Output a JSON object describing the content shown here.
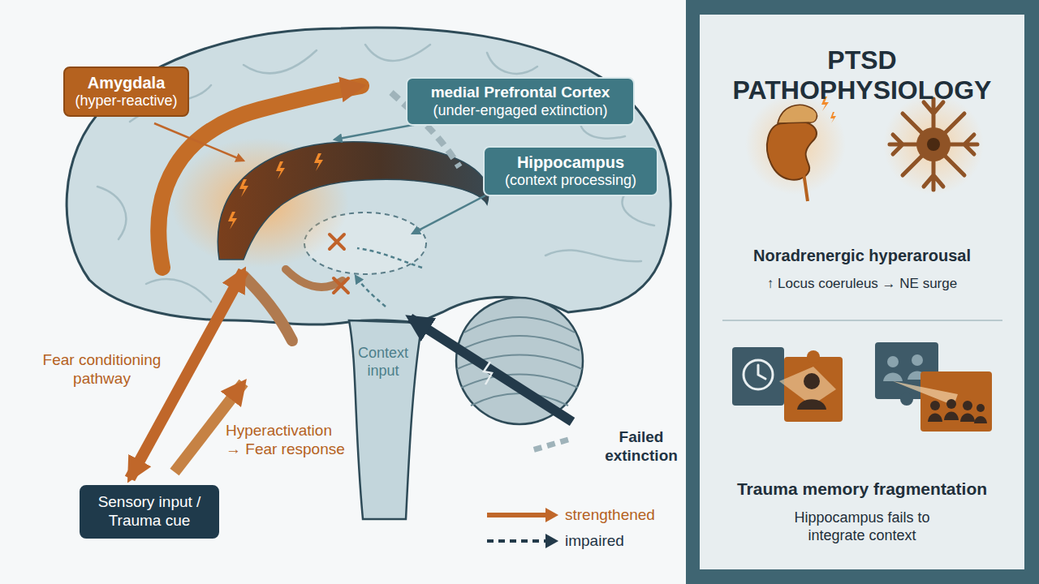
{
  "diagram": {
    "title": "PTSD PATHOPHYSIOLOGY",
    "nodes": [
      {
        "text": [
          "Amygdala",
          "(hyper-reactive)"
        ]
      },
      {
        "text": [
          "medial Prefrontal Cortex",
          "(under-engaged extinction)"
        ]
      },
      {
        "text": [
          "Hippocampus",
          "(context processing)"
        ]
      },
      {
        "text": [
          "Sensory input / Trauma cue"
        ]
      }
    ],
    "labels": [
      "Fear conditioning pathway",
      "Hyperactivation → Fear response",
      "Context input",
      "Failed extinction",
      "Noradrenergic hyperarousal",
      "↑ Locus coeruleus → NE surge",
      "Trauma memory fragmentation",
      "Hippocampus fails to integrate context"
    ],
    "legend": [
      {
        "text": "strengthened"
      },
      {
        "text": "impaired"
      }
    ]
  }
}
